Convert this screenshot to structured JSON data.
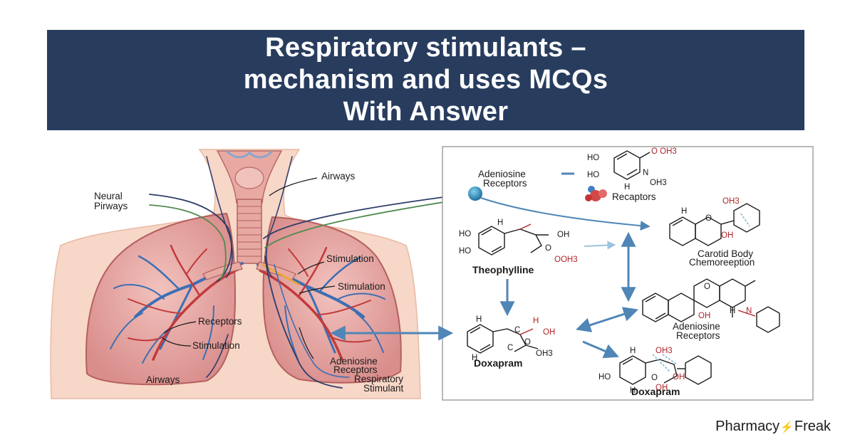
{
  "title": {
    "line1": "Respiratory stimulants –",
    "line2": "mechanism and uses MCQs",
    "line3": "With Answer"
  },
  "lung_labels": {
    "neural_1": "Neural",
    "neural_2": "Pirways",
    "airways_top": "Airways",
    "stimulation_1": "Stimulation",
    "stimulation_2": "Stimulation",
    "receptors": "Receptors",
    "stimulation_3": "Stimulation",
    "airways_bottom": "Airways",
    "adeniosine_1": "Adeniosine",
    "adeniosine_2": "Receptors",
    "respiratory_1": "Respiratory",
    "respiratory_2": "Stimulant"
  },
  "panel_labels": {
    "adeniosine_top_1": "Adeniosine",
    "adeniosine_top_2": "Receptors",
    "recaptors": "Recaptors",
    "theophylline": "Theophylline",
    "carotid_1": "Carotid Body",
    "carotid_2": "Chemoreeption",
    "adeniosine_mid_1": "Adeniosine",
    "adeniosine_mid_2": "Receptors",
    "doxapram_1": "Doxapram",
    "doxapram_2": "Doxapram"
  },
  "chem_text": {
    "ho_a": "HO",
    "ho_b": "HO",
    "o_oh3_top": "O OH3",
    "n_top": "N",
    "oh3_top": "OH3",
    "h_top": "H",
    "ho_theo_1": "HO",
    "ho_theo_2": "HO",
    "h_theo": "H",
    "oh_theo": "OH",
    "o_theo": "O",
    "ooh3_theo": "OOH3",
    "oh3_car": "OH3",
    "o_car": "O",
    "oh_car": "OH",
    "h_car": "H",
    "o_mid": "O",
    "oh_mid": "OH",
    "h_mid": "H",
    "n_mid": "N",
    "h_dox1": "H",
    "c_dox1": "C",
    "h_dox1_red": "H",
    "oh_dox1": "OH",
    "c_dox1b": "C",
    "o_dox1": "O",
    "oh3_dox1": "OH3",
    "h_dox1_b": "H",
    "oh3_dox2": "OH3",
    "h_dox2": "H",
    "ho_dox2": "HO",
    "oh_dox2": "OH",
    "o_dox2": "O",
    "oh_dox2b": "OH",
    "h_dox2b": "H"
  },
  "logo": {
    "part1": "Pharmacy",
    "part2": "Freak"
  },
  "colors": {
    "banner": "#283c5e",
    "lung": "#dc9a9a",
    "artery": "#c23a3a",
    "vein": "#3e6fb3",
    "arrow": "#4f86b6",
    "nerve_green": "#4f8a4f",
    "logo_accent": "#f0a020"
  }
}
